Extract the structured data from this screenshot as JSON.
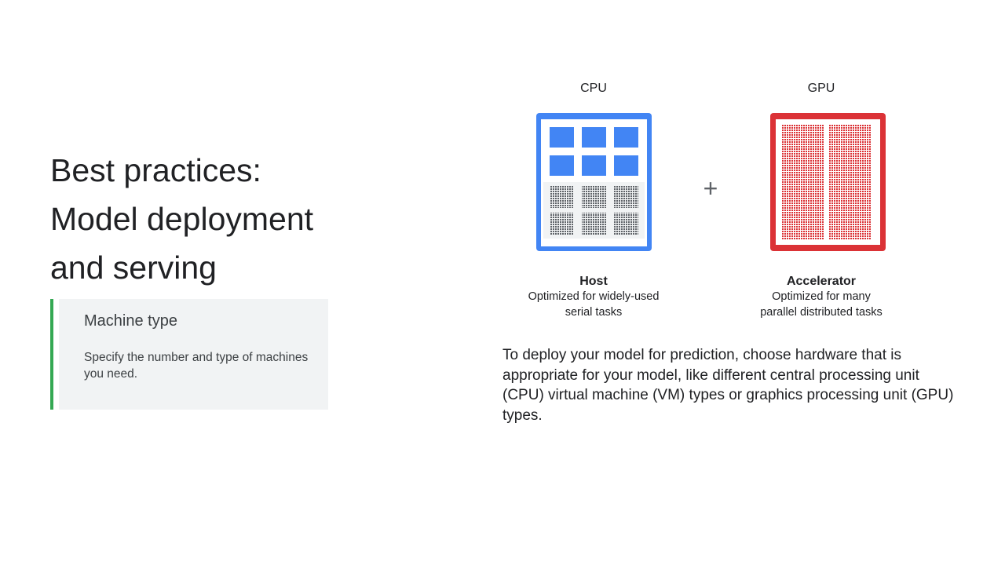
{
  "title": {
    "line1": "Best practices:",
    "line2": "Model deployment",
    "line3": "and serving"
  },
  "card": {
    "title": "Machine type",
    "description": "Specify the number and type of machines you need.",
    "accent_color": "#34a853"
  },
  "diagram": {
    "cpu": {
      "label": "CPU",
      "name": "Host",
      "description_line1": "Optimized for widely-used",
      "description_line2": "serial tasks",
      "color": "#4285f4"
    },
    "plus": "+",
    "gpu": {
      "label": "GPU",
      "name": "Accelerator",
      "description_line1": "Optimized for many",
      "description_line2": "parallel distributed tasks",
      "color": "#db3236"
    }
  },
  "body_text": "To deploy your model for prediction, choose hardware that is appropriate for your model, like different central processing unit (CPU) virtual machine (VM) types or graphics processing unit (GPU) types."
}
